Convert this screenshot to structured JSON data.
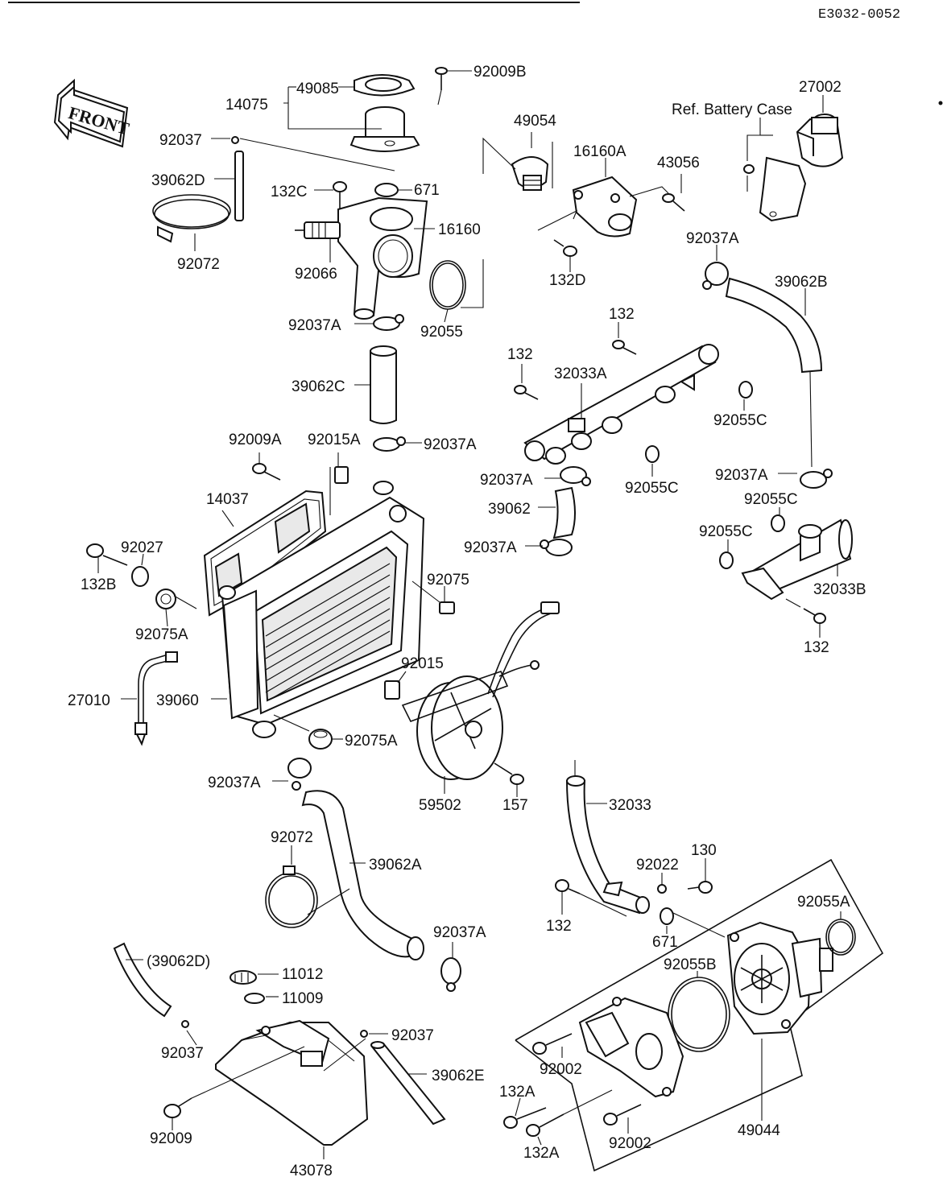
{
  "diagram_code": "E3032-0052",
  "front_label": "FRONT",
  "ref_note": "Ref. Battery Case",
  "labels": {
    "p49085": "49085",
    "p92009B": "92009B",
    "p14075": "14075",
    "p92037_top": "92037",
    "p39062D": "39062D",
    "p92072_top": "92072",
    "p132C": "132C",
    "p671_top": "671",
    "p16160": "16160",
    "p92066": "92066",
    "p92037A_1": "92037A",
    "p92055": "92055",
    "p39062C": "39062C",
    "p92037A_2": "92037A",
    "p92009A": "92009A",
    "p92015A": "92015A",
    "p49054": "49054",
    "p16160A": "16160A",
    "p43056": "43056",
    "p132D": "132D",
    "p27002": "27002",
    "p92037A_3": "92037A",
    "p39062B": "39062B",
    "p132_a": "132",
    "p132_b": "132",
    "p32033A": "32033A",
    "p92055C_1": "92055C",
    "p92037A_4": "92037A",
    "p39062": "39062",
    "p92037A_5": "92037A",
    "p92055C_2": "92055C",
    "p92037A_6": "92037A",
    "p92055C_3": "92055C",
    "p92055C_4": "92055C",
    "p32033B": "32033B",
    "p132_c": "132",
    "p14037": "14037",
    "p92027": "92027",
    "p132B": "132B",
    "p92075": "92075",
    "p92075A_1": "92075A",
    "p27010": "27010",
    "p39060": "39060",
    "p92015": "92015",
    "p92075A_2": "92075A",
    "p59502": "59502",
    "p157": "157",
    "p92037A_7": "92037A",
    "p32033": "32033",
    "p92072_bot": "92072",
    "p39062A": "39062A",
    "p92022": "92022",
    "p130": "130",
    "p132_d": "132",
    "p671_bot": "671",
    "p92055A": "92055A",
    "p92037A_8": "92037A",
    "p39062D_paren": "(39062D)",
    "p11012": "11012",
    "p11009": "11009",
    "p92037_mid": "92037",
    "p92037_bot": "92037",
    "p39062E": "39062E",
    "p92009": "92009",
    "p43078": "43078",
    "p92055B": "92055B",
    "p92002_1": "92002",
    "p132A_1": "132A",
    "p132A_2": "132A",
    "p92002_2": "92002",
    "p49044": "49044"
  }
}
